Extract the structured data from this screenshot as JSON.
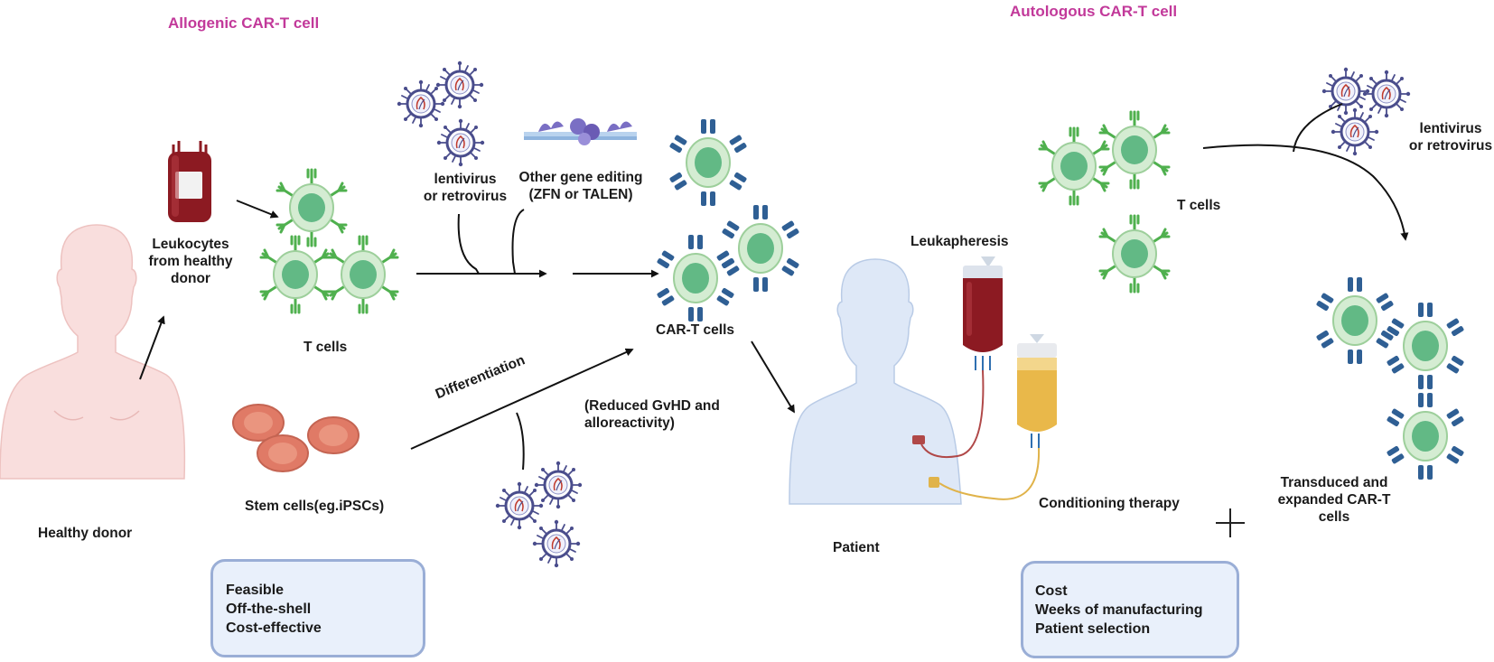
{
  "headings": {
    "allogenic": "Allogenic CAR-T cell",
    "autologous": "Autologous CAR-T cell"
  },
  "labels": {
    "leukocytes": "Leukocytes\nfrom healthy\ndonor",
    "healthy_donor": "Healthy donor",
    "t_cells_left": "T cells",
    "stem_cells": "Stem cells(eg.iPSCs)",
    "lentivirus_left": "lentivirus\nor retrovirus",
    "gene_editing": "Other gene editing\n(ZFN or TALEN)",
    "car_t_cells": "CAR-T cells",
    "differentiation": "Differentiation",
    "reduced_gvhd": "(Reduced GvHD and\nalloreactivity)",
    "leukapheresis": "Leukapheresis",
    "patient": "Patient",
    "t_cells_right": "T cells",
    "lentivirus_right": "lentivirus\nor retrovirus",
    "conditioning": "Conditioning therapy",
    "plus": "+",
    "transduced": "Transduced and\nexpanded CAR-T\ncells"
  },
  "boxes": {
    "allogenic_pros": [
      "Feasible",
      "Off-the-shell",
      "Cost-effective"
    ],
    "autologous_cons": [
      "Cost",
      "Weeks of manufacturing",
      "Patient selection"
    ]
  },
  "colors": {
    "heading": "#c2399a",
    "cell_fill": "#d4ecd2",
    "nucleus": "#62b985",
    "t_receptor": "#4fb04e",
    "car_receptor": "#2f5f94",
    "virus": "#4a4d8c",
    "stem_cell": "#e07a66",
    "body": "#f9dedd",
    "patient_body": "#dee8f7",
    "blood_bag": "#8c1a22",
    "plasma_bag": "#e9b84a",
    "box_fill": "#e9f0fb",
    "box_border": "#9aaed6"
  }
}
